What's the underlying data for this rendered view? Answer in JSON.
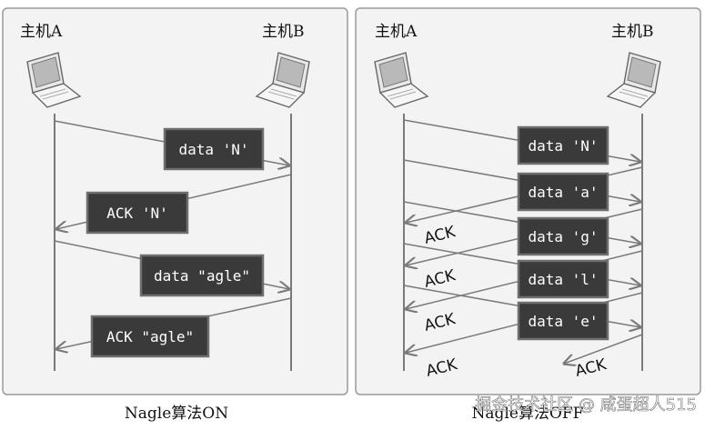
{
  "colors": {
    "panel_fill": "#f3f3f3",
    "panel_border": "#9a9a9a",
    "box_fill": "#3a3a3a",
    "box_border": "#6e6e6e",
    "line": "#7a7a7a"
  },
  "panels": [
    {
      "host_a": "主机A",
      "host_b": "主机B",
      "caption": "Nagle算法ON",
      "boxes": [
        "data 'N'",
        "ACK 'N'",
        "data \"agle\"",
        "ACK \"agle\""
      ]
    },
    {
      "host_a": "主机A",
      "host_b": "主机B",
      "caption": "Nagle算法OFF",
      "boxes": [
        "data 'N'",
        "data 'a'",
        "data 'g'",
        "data 'l'",
        "data 'e'"
      ],
      "ack_labels": [
        "ACK",
        "ACK",
        "ACK",
        "ACK",
        "ACK"
      ]
    }
  ],
  "watermark": "掘金技术社区 @ 咸蛋超人515"
}
